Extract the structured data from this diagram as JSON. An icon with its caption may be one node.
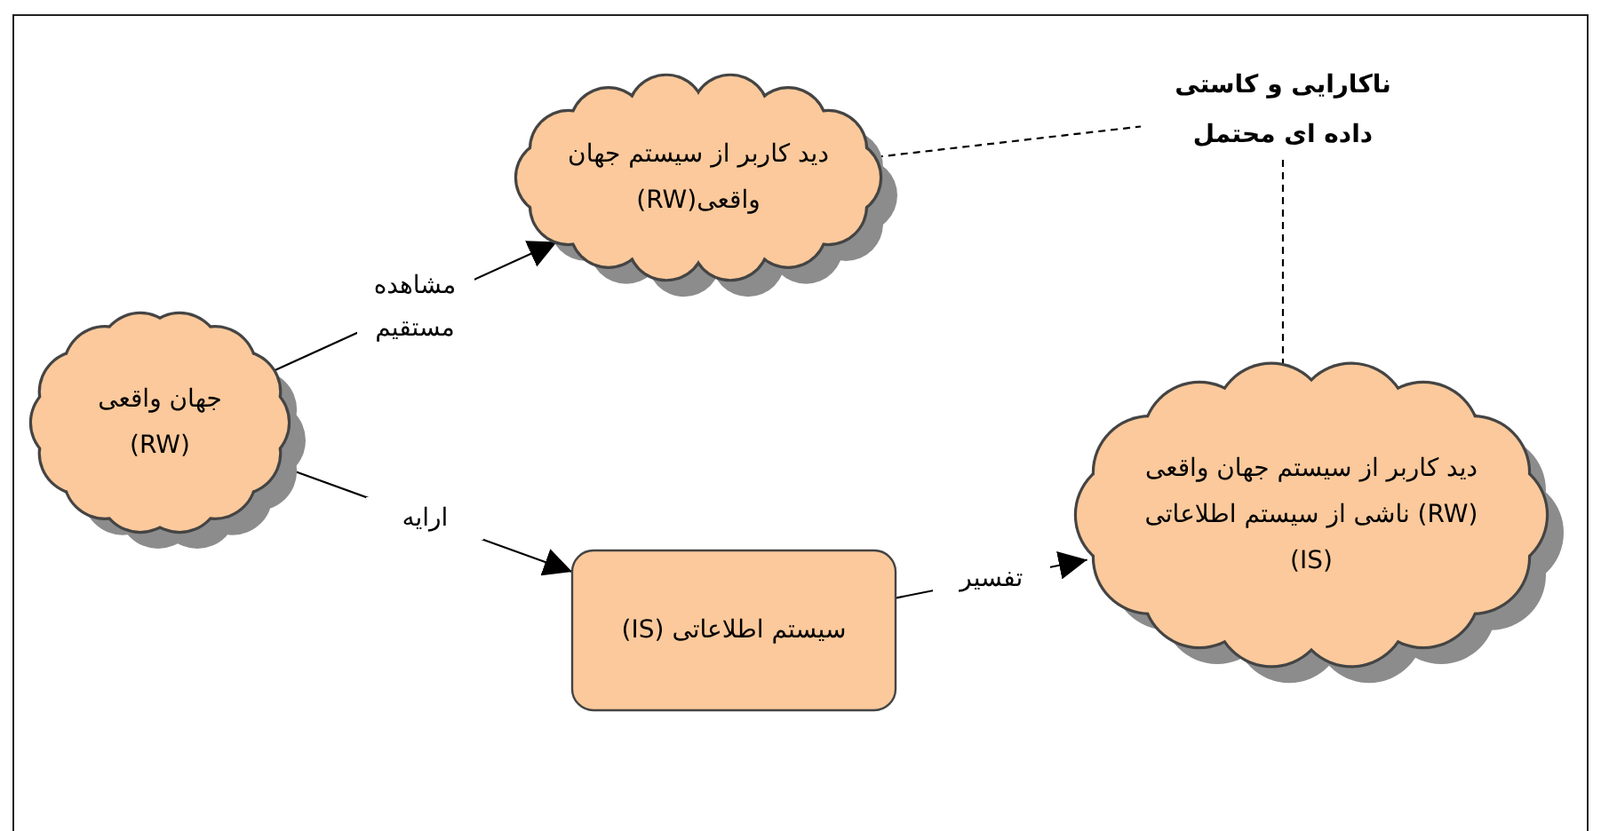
{
  "diagram": {
    "nodes": [
      {
        "text": [
          "جهان واقعی (RW)"
        ]
      },
      {
        "text": [
          "دید کاربر از سیستم جهان واقعی(RW)"
        ]
      },
      {
        "text": [
          "سیستم اطلاعاتی (IS)"
        ]
      },
      {
        "text": [
          "دید کاربر از سیستم جهان واقعی (RW) ناشی از سیستم اطلاعاتی (IS)"
        ]
      },
      {
        "text": [
          "ناکارایی و کاستی داده ای محتمل"
        ]
      }
    ],
    "edges": [
      {
        "from": 0,
        "to": 1,
        "arrow": "to",
        "label": "مشاهده مستقیم"
      },
      {
        "from": 0,
        "to": 2,
        "arrow": "to",
        "label": "ارایه"
      },
      {
        "from": 2,
        "to": 3,
        "arrow": "to",
        "label": "تفسیر"
      },
      {
        "from": 1,
        "to": 4,
        "arrow": "none",
        "style": "dashed"
      },
      {
        "from": 4,
        "to": 3,
        "arrow": "none",
        "style": "dashed"
      }
    ]
  }
}
